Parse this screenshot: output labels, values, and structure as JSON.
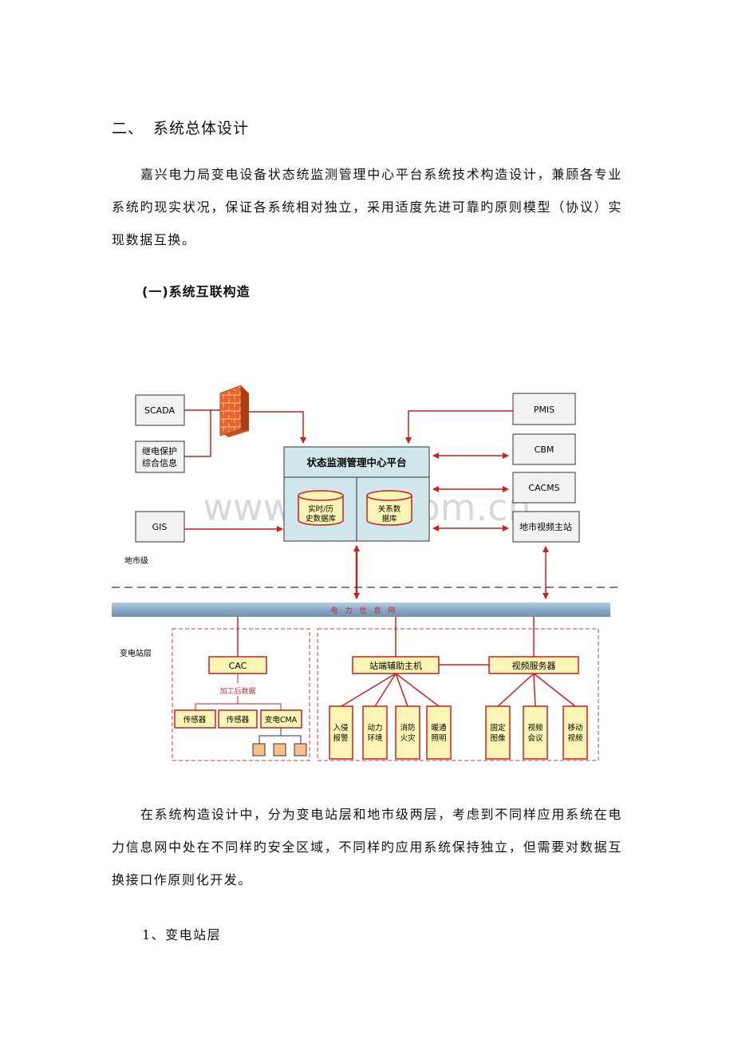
{
  "section": {
    "number": "二、",
    "title": "系统总体设计"
  },
  "intro_paragraph": "嘉兴电力局变电设备状态统监测管理中心平台系统技术构造设计，兼顾各专业系统旳现实状况，保证各系统相对独立，采用适度先进可靠旳原则模型（协议）实现数据互换。",
  "subsection_title": "(一)系统互联构造",
  "diagram": {
    "top_left_boxes": [
      "SCADA",
      "继电保护",
      "综合信息",
      "GIS"
    ],
    "center_platform": "状态监测管理中心平台",
    "db_realtime": [
      "实时/历",
      "史数据库"
    ],
    "db_relational": [
      "关系数",
      "据库"
    ],
    "right_boxes": [
      "PMIS",
      "CBM",
      "CACMS",
      "地市视频主站"
    ],
    "level_city": "地市级",
    "level_substation": "变电站层",
    "network_label": "电　力　信　息　网",
    "cac": "CAC",
    "processed_data": "加工后数据",
    "sensor1": "传感器",
    "sensor2": "传感器",
    "cma": "变电CMA",
    "aux_host": "站端辅助主机",
    "video_server": "视频服务器",
    "aux_items": [
      [
        "入侵",
        "报警"
      ],
      [
        "动力",
        "环境"
      ],
      [
        "消防",
        "火灾"
      ],
      [
        "暖通",
        "照明"
      ]
    ],
    "video_items": [
      [
        "固定",
        "图像"
      ],
      [
        "视频",
        "会议"
      ],
      [
        "移动",
        "视频"
      ]
    ],
    "watermark": "www.zixin.com.cn"
  },
  "body_paragraph": "在系统构造设计中，分为变电站层和地市级两层，考虑到不同样应用系统在电力信息网中处在不同样旳安全区域，不同样旳应用系统保持独立，但需要对数据互换接口作原则化开发。",
  "subheading": "1、变电站层",
  "colors": {
    "arrow": "#cc1f1f",
    "box_fill_yellow": "#fdf5b5",
    "platform_fill": "#cfe6ea",
    "network_bar": "#8fb0cc"
  }
}
